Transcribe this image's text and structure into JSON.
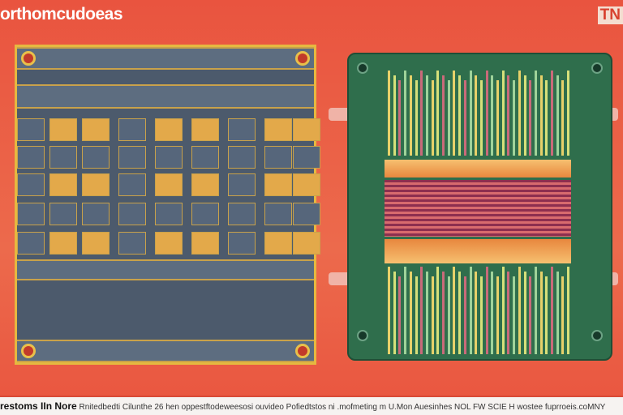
{
  "header": {
    "title": "orthomcudoeas",
    "corner_badge": "TN"
  },
  "footer": {
    "lead": "restoms IIn Nore",
    "text": "Rnitedbedti Cilunthe 26 hen oppestftodeweesosi ouvideo Pofiedtstos ni .mofmeting m U.Mon Auesinhes NOL FW SCIE H wostee fuprroeis.coMNY"
  },
  "colors": {
    "background": "#e9543f",
    "chip": "#4c5a6c",
    "chip_accent": "#e6b940",
    "board": "#2f6e4c"
  }
}
